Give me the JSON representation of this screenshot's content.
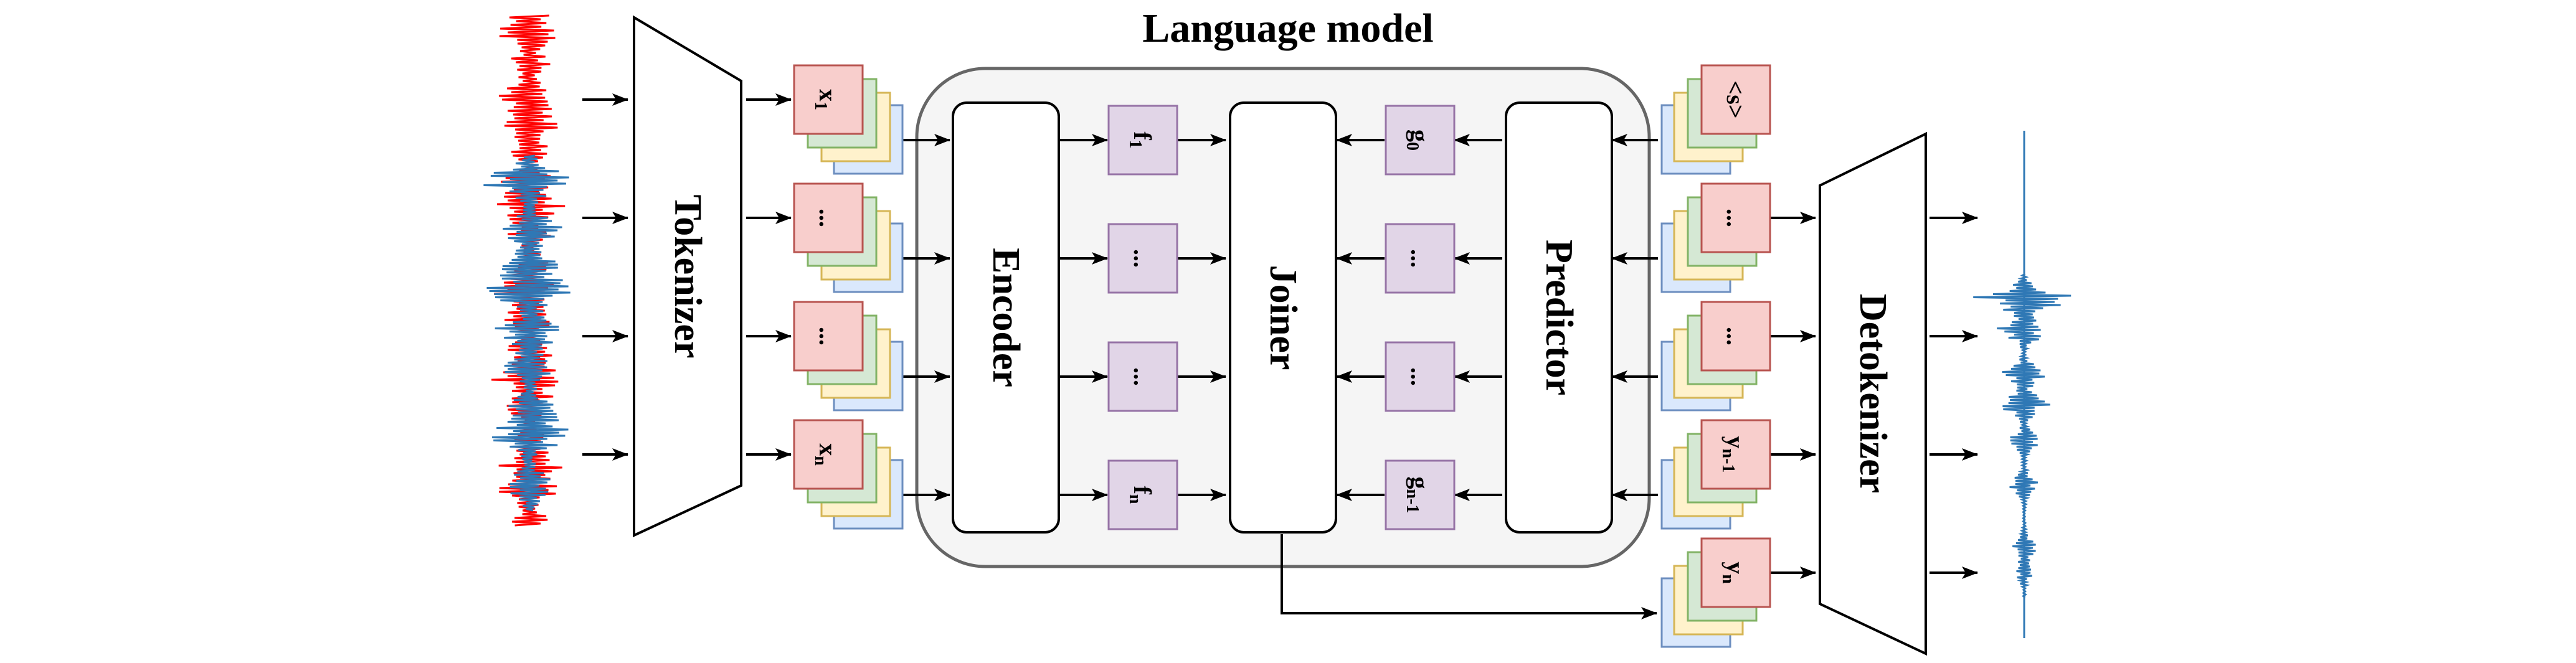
{
  "title": "Language model",
  "blocks": {
    "tokenizer": "Tokenizer",
    "encoder": "Encoder",
    "joiner": "Joiner",
    "predictor": "Predictor",
    "detokenizer": "Detokenizer"
  },
  "input_tokens": [
    {
      "base": "x",
      "sub": "1"
    },
    {
      "base": "...",
      "sub": ""
    },
    {
      "base": "...",
      "sub": ""
    },
    {
      "base": "x",
      "sub": "n"
    }
  ],
  "encoder_outputs": [
    {
      "base": "f",
      "sub": "1"
    },
    {
      "base": "...",
      "sub": ""
    },
    {
      "base": "...",
      "sub": ""
    },
    {
      "base": "f",
      "sub": "n"
    }
  ],
  "predictor_outputs": [
    {
      "base": "g",
      "sub": "0"
    },
    {
      "base": "...",
      "sub": ""
    },
    {
      "base": "...",
      "sub": ""
    },
    {
      "base": "g",
      "sub": "n-1"
    }
  ],
  "output_tokens": [
    {
      "base": "<s>",
      "sub": ""
    },
    {
      "base": "...",
      "sub": ""
    },
    {
      "base": "...",
      "sub": ""
    },
    {
      "base": "y",
      "sub": "n-1"
    },
    {
      "base": "y",
      "sub": "n"
    }
  ],
  "colors": {
    "token_red_fill": "#f8cecc",
    "token_red_stroke": "#b85450",
    "token_yellow_fill": "#fff2cc",
    "token_yellow_stroke": "#d6b656",
    "token_green_fill": "#d5e8d4",
    "token_green_stroke": "#82b366",
    "token_blue_fill": "#dae8fc",
    "token_blue_stroke": "#6c8ebf",
    "purple_fill": "#e1d5e7",
    "purple_stroke": "#9673a6",
    "container_fill": "#f5f5f5",
    "container_stroke": "#666666",
    "wave_red": "#ff0000",
    "wave_blue": "#2f78b5"
  }
}
